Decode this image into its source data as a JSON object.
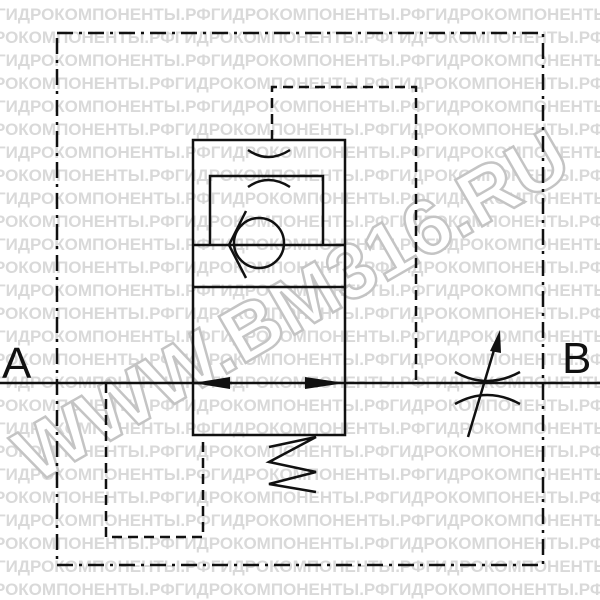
{
  "watermark": {
    "tile_text": "ГИДРОКОМПОНЕНТЫ.РФ",
    "rows": 26,
    "large_text": "WWW.BM316.RU"
  },
  "ports": {
    "a_label": "A",
    "b_label": "B"
  },
  "colors": {
    "line": "#111111",
    "watermark_tile": "#d9d9d9",
    "watermark_large_outline": "#c4c4c4",
    "background": "#ffffff"
  }
}
